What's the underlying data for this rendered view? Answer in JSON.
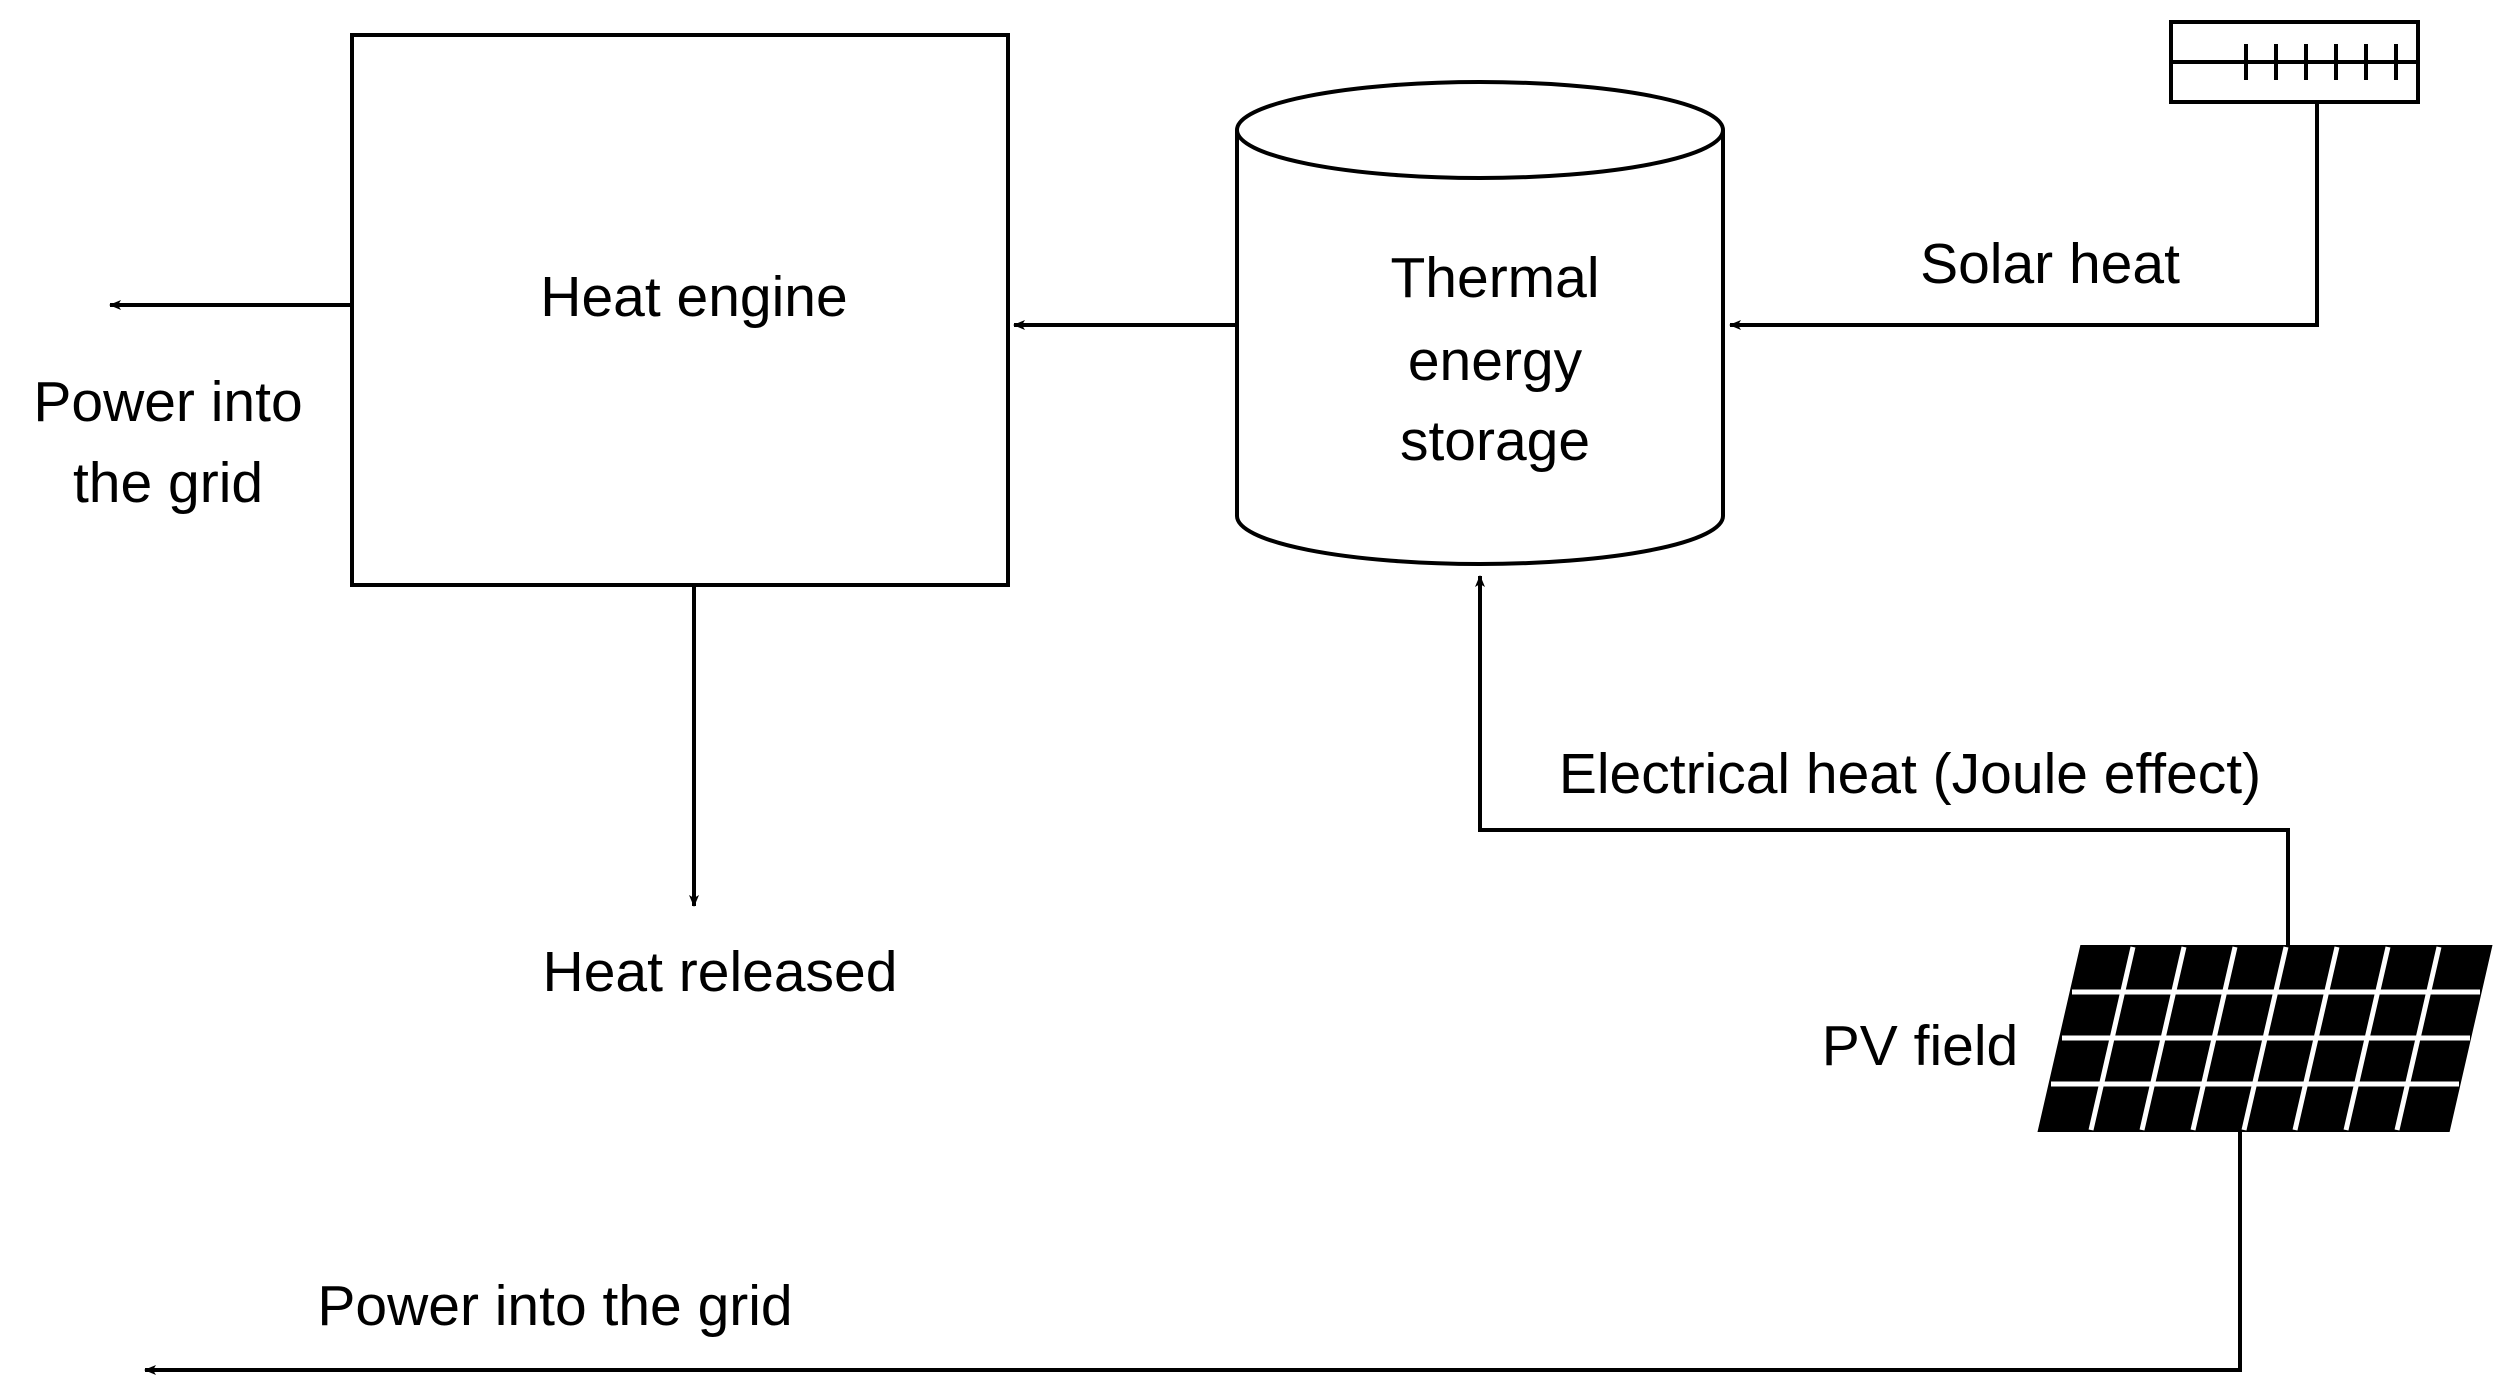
{
  "diagram": {
    "heat_engine": "Heat engine",
    "thermal_storage": [
      "Thermal",
      "energy",
      "storage"
    ],
    "solar_heat": "Solar heat",
    "power_into_grid_engine": [
      "Power into",
      "the grid"
    ],
    "heat_released": "Heat released",
    "electrical_heat": "Electrical heat (Joule effect)",
    "pv_field": "PV field",
    "power_into_grid_pv": "Power into the grid"
  }
}
